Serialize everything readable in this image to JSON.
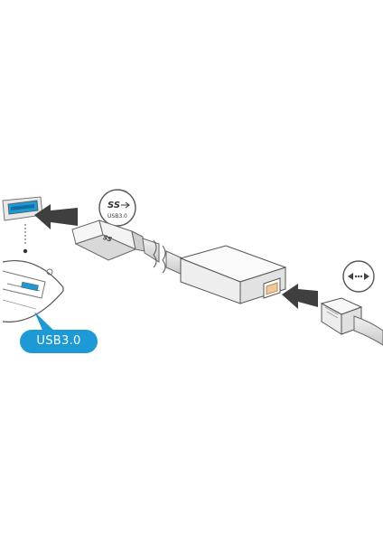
{
  "usb_callout": {
    "label": "USB3.0"
  },
  "superspeed_icon": {
    "logo": "SS",
    "caption": "USB3.0"
  },
  "plug_label": "SS",
  "colors": {
    "accent_blue": "#1d9ad6",
    "line_gray": "#555555",
    "arrow_dark": "#444444"
  },
  "icons": [
    "usb-superspeed-icon",
    "ethernet-network-icon",
    "insert-arrow-icon"
  ]
}
